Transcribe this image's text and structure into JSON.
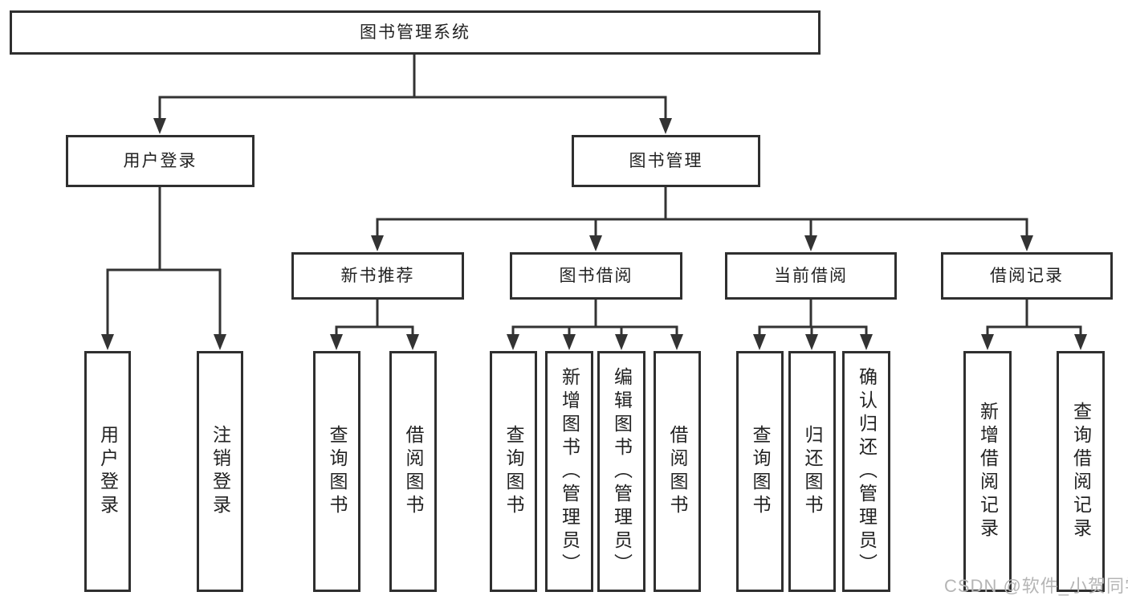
{
  "diagram": {
    "root": {
      "label": "图书管理系统"
    },
    "level2": [
      "用户登录",
      "图书管理"
    ],
    "level3": [
      "新书推荐",
      "图书借阅",
      "当前借阅",
      "借阅记录"
    ],
    "leaves": {
      "user_login": [
        "用户登录",
        "注销登录"
      ],
      "new_book_recommend": [
        "查询图书",
        "借阅图书"
      ],
      "book_borrowing": [
        "查询图书",
        "新增图书（管理员）",
        "编辑图书（管理员）",
        "借阅图书"
      ],
      "current_borrowing": [
        "查询图书",
        "归还图书",
        "确认归还（管理员）"
      ],
      "borrowing_records": [
        "新增借阅记录",
        "查询借阅记录"
      ]
    },
    "colors": {
      "line": "#333333",
      "box_border": "#2f2f2f",
      "box_fill": "#ffffff",
      "text": "#222222",
      "watermark": "#b5b5b5"
    }
  },
  "watermark": {
    "text": "CSDN @软件_小贺同学"
  }
}
